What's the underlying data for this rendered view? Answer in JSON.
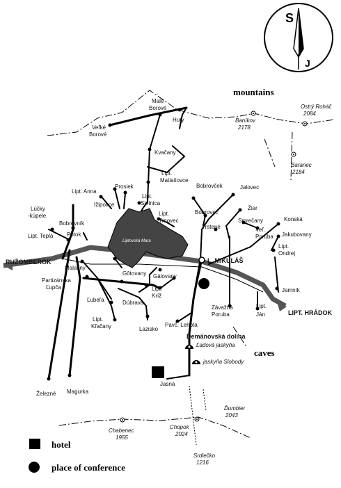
{
  "legend": {
    "mountains": "mountains",
    "caves": "caves",
    "hotel": "hotel",
    "conference": "place of conference"
  },
  "compass": {
    "letter_top": "S",
    "letter_bottom": "J"
  },
  "lake": {
    "name": "Liptovská Mara"
  },
  "towns": {
    "male_borove_1": "Malé",
    "male_borove_2": "Borové",
    "velke_borove_1": "Veľké",
    "velke_borove_2": "Borové",
    "huty": "Huty",
    "kvacany": "Kvačany",
    "lipt_matiasovce_1": "Lipt.",
    "lipt_matiasovce_2": "Matiašovce",
    "prosiek": "Prosiek",
    "lipt_anna": "Lipt. Anna",
    "izipovce": "Ižipovce",
    "lipt_sielnica_1": "Lipt.",
    "lipt_sielnica_2": "Sielnica",
    "lipt_trnovec_1": "Lipt.",
    "lipt_trnovec_2": "Trnovec",
    "bobrovcek": "Bobrovček",
    "jalovec": "Jalovec",
    "bobrovec": "Bobrovec",
    "ziar": "Žiar",
    "smrecany": "Smrečany",
    "trstene": "Trstené",
    "vel_poruba_1": "Veľ.",
    "vel_poruba_2": "Poruba",
    "konska": "Konská",
    "jakubovany": "Jakubovany",
    "lipt_ondrej_1": "Lipt.",
    "lipt_ondrej_2": "Ondrej",
    "jamnik": "Jamník",
    "lucky_1": "Lúčky",
    "lucky_2": "-kúpele",
    "lipt_tepla": "Lipt. Teplá",
    "bobrovnik": "Bobrovník",
    "potok": "Potok",
    "ruzomberok": "RUŽOMBEROK",
    "l_mikulas": "L. MIKULÁŠ",
    "malatiny": "Malatiny",
    "gotovany": "Gôtovany",
    "galovany": "Gálovany",
    "partizanska_1": "Partizánska",
    "partizanska_2": "Ľupča",
    "lubela": "Ľubeľa",
    "dubrava": "Dúbrava",
    "lipt_kriz_1": "Lipt.",
    "lipt_kriz_2": "Kríž",
    "zavazna_1": "Závažná",
    "zavazna_2": "Poruba",
    "lipt_jan_1": "Lipt.",
    "lipt_jan_2": "Ján",
    "lipt_hradok": "LIPT. HRÁDOK",
    "lipt_kracany_1": "Lipt.",
    "lipt_kracany_2": "Kľačany",
    "lazisko": "Lazisko",
    "pavc_lehota": "Pavč. Lehota",
    "demanovska": "Demänovská dolina",
    "ladova": "Ľadová jaskyňa",
    "slobody": "jaskyňa Slobody",
    "jasna": "Jasná",
    "zelezne": "Železné",
    "magurka": "Magurka"
  },
  "peaks": {
    "ostry_rohac_1": "Ostrý Roháč",
    "ostry_rohac_2": "2084",
    "banikov_1": "Baníkov",
    "banikov_2": "2178",
    "baranec_1": "Baranec",
    "baranec_2": "2184",
    "dumbier_1": "Ďumbier",
    "dumbier_2": "2043",
    "chabenec_1": "Chabenec",
    "chabenec_2": "1955",
    "chopok_1": "Chopok",
    "chopok_2": "2024",
    "srdiecko_1": "Srdiečko",
    "srdiecko_2": "1216"
  }
}
